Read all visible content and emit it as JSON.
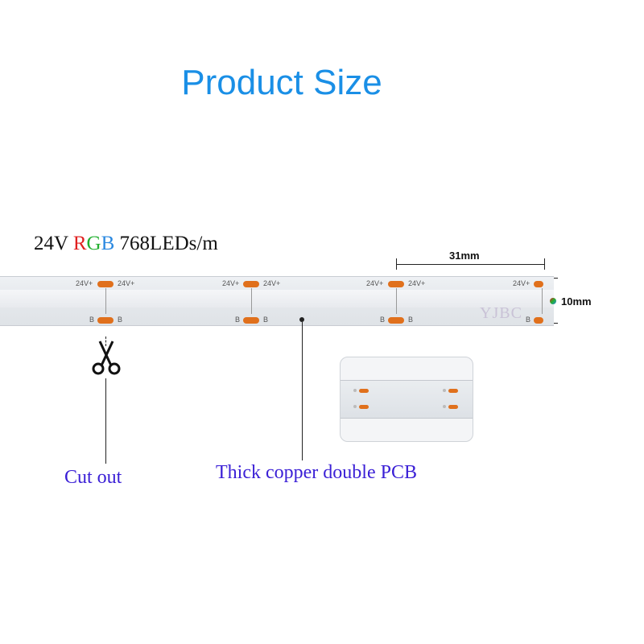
{
  "title": "Product Size",
  "spec": {
    "voltage": "24V",
    "rgb_r": "R",
    "rgb_g": "G",
    "rgb_b": "B",
    "density": "768LEDs/m"
  },
  "dimensions": {
    "segment_length": "31mm",
    "strip_width": "10mm"
  },
  "pad_labels": {
    "positive": "24V+",
    "blue": "B"
  },
  "brand_mark": "YJBC",
  "callouts": {
    "cut": "Cut out",
    "pcb": "Thick copper double PCB"
  },
  "icons": {
    "cut": "scissors-icon"
  },
  "colors": {
    "title": "#1a8fe6",
    "callout": "#3a1fd6",
    "pad": "#e0701c",
    "r": "#e02020",
    "g": "#22b030",
    "b": "#2a88e0"
  }
}
